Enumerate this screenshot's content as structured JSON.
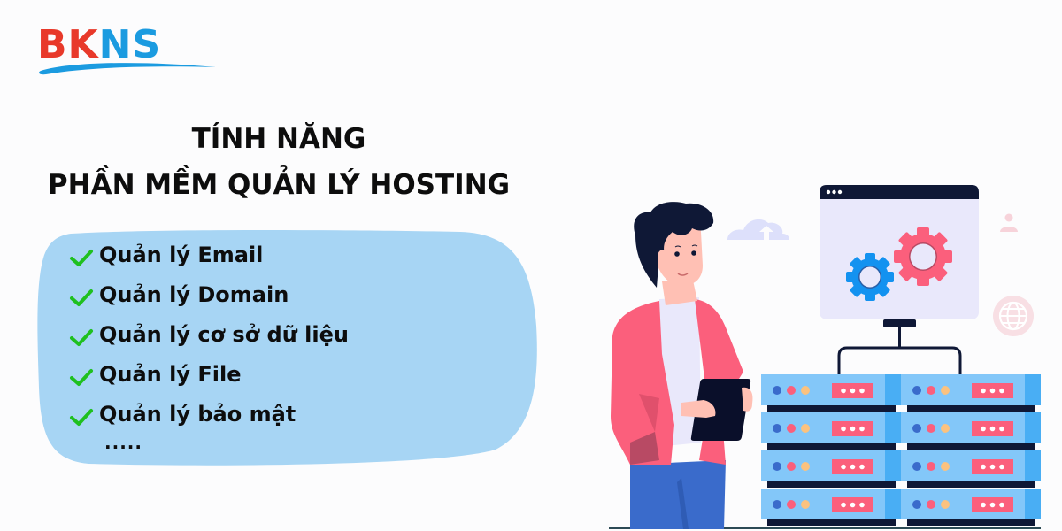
{
  "brand": {
    "logo_part1": "BK",
    "logo_part2": "NS",
    "colors": {
      "red": "#e8392a",
      "blue": "#1b9be0"
    }
  },
  "title": {
    "line1": "TÍNH NĂNG",
    "line2": "PHẦN MỀM QUẢN LÝ HOSTING"
  },
  "features": {
    "items": [
      {
        "label": "Quản lý Email",
        "icon": "check-icon"
      },
      {
        "label": "Quản lý Domain",
        "icon": "check-icon"
      },
      {
        "label": "Quản lý cơ sở dữ liệu",
        "icon": "check-icon"
      },
      {
        "label": "Quản lý File",
        "icon": "check-icon"
      },
      {
        "label": "Quản lý bảo mật",
        "icon": "check-icon"
      }
    ],
    "more": ".....",
    "panel_color": "#a7d5f4",
    "check_color": "#1fc01f"
  },
  "illustration": {
    "subject": "man-holding-tablet-beside-server-rack",
    "monitor_icons": [
      "gear-icon-blue",
      "gear-icon-red"
    ],
    "decorations": [
      "cloud-upload-icon",
      "user-icon",
      "globe-icon"
    ],
    "server_rows": 4,
    "server_columns": 2
  }
}
